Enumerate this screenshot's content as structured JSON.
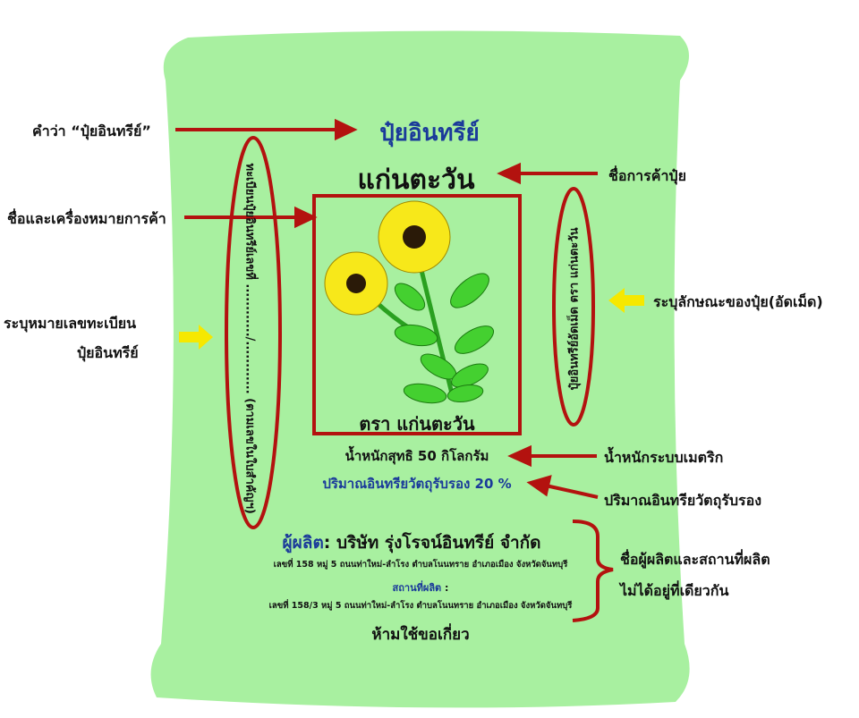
{
  "bag": {
    "type_word": "ปุ๋ยอินทรีย์",
    "trade_name": "แก่นตะวัน",
    "brand_line": "ตรา แก่นตะวัน",
    "net_weight": "น้ำหนักสุทธิ 50 กิโลกรัม",
    "organic_matter": "ปริมาณอินทรียวัตถุรับรอง 20 %",
    "registration": "ทะเบียนปุ๋ยอินทรีย์เลขที่ ............/............ (ตามเลขในใบสำคัญฯ)",
    "characteristic": "ปุ๋ยอินทรีย์อัดเม็ด ตรา แก่นตะวัน",
    "producer_label": "ผู้ผลิต",
    "producer_name": ": บริษัท รุ่งโรจน์อินทรีย์ จำกัด",
    "producer_address": "เลขที่ 158 หมู่ 5 ถนนท่าใหม่-ลำโรง ตำบลโนนทราย อำเภอเมือง จังหวัดจันทบุรี",
    "site_label": "สถานที่ผลิต",
    "site_colon": " :",
    "site_address": "เลขที่ 158/3 หมู่ 5 ถนนท่าใหม่-ลำโรง ตำบลโนนทราย อำเภอเมือง จังหวัดจันทบุรี",
    "warning": "ห้ามใช้ขอเกี่ยว"
  },
  "annotations": {
    "word_label": "คำว่า “ปุ๋ยอินทรีย์”",
    "trade_name": "ชื่อการค้าปุ๋ย",
    "name_trademark": "ชื่อและเครื่องหมายการค้า",
    "registration_1": "ระบุหมายเลขทะเบียน",
    "registration_2": "ปุ๋ยอินทรีย์",
    "characteristic": "ระบุลักษณะของปุ๋ย(อัดเม็ด)",
    "metric_weight": "น้ำหนักระบบเมตริก",
    "organic_matter": "ปริมาณอินทรียวัตถุรับรอง",
    "producer_1": "ชื่อผู้ผลิตและสถานที่ผลิต",
    "producer_2": "ไม่ได้อยู่ที่เดียวกัน"
  },
  "colors": {
    "bag": "#a8f0a0",
    "red": "#b3120f",
    "yellow": "#f6e800",
    "blue": "#1a3a9a"
  }
}
